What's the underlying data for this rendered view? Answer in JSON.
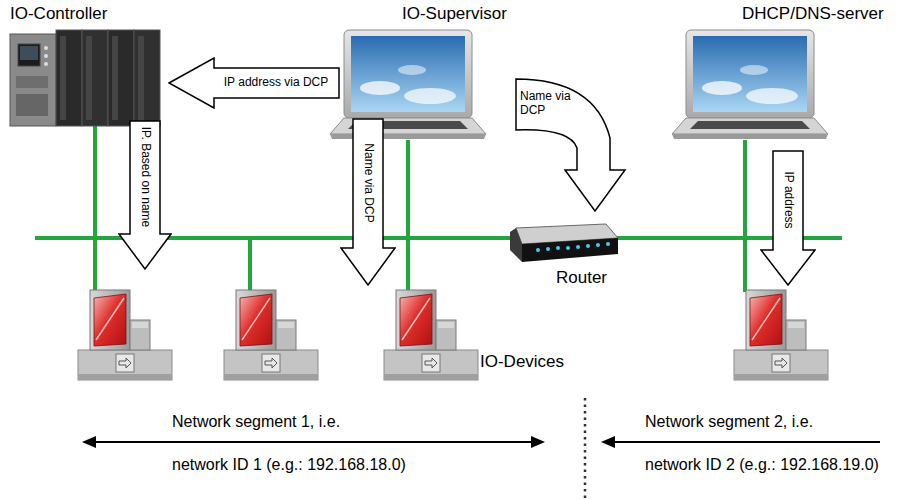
{
  "diagram": {
    "nodes": [
      {
        "text": [
          "IP address via DCP"
        ]
      },
      {
        "text": [
          "IP. Based on name"
        ]
      },
      {
        "text": [
          "Name via DCP"
        ]
      },
      {
        "text": [
          "Name via DCP"
        ]
      },
      {
        "text": [
          "IP address"
        ]
      }
    ],
    "labels": [
      "IO-Controller",
      "IO-Supervisor",
      "DHCP/DNS-server",
      "Router",
      "IO-Devices",
      "Network segment 1, i.e.",
      "network ID 1 (e.g.: 192.168.18.0)",
      "Network segment 2, i.e.",
      "network ID 2 (e.g.: 192.168.19.0)"
    ]
  }
}
